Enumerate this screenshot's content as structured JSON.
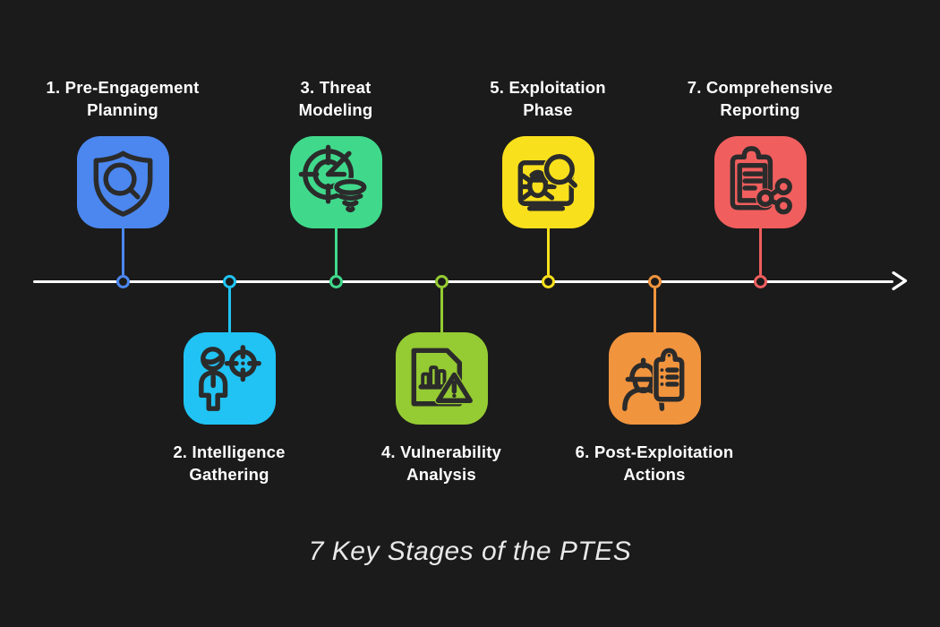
{
  "title": "7 Key Stages of the PTES",
  "colors": {
    "background": "#1b1b1b",
    "axis": "#ffffff",
    "label_text": "#ffffff",
    "title_text": "#e9e9e9",
    "icon_stroke": "#2b2b2b"
  },
  "timeline": {
    "direction": "left-to-right",
    "arrow_icon": "right-arrow-icon"
  },
  "stages": [
    {
      "number": "1",
      "label_line1": "1. Pre-Engagement",
      "label_line2": "Planning",
      "color": "#4b87ef",
      "side": "above",
      "icon": "shield-magnifier-icon"
    },
    {
      "number": "2",
      "label_line1": "2. Intelligence",
      "label_line2": "Gathering",
      "color": "#20c3f3",
      "side": "below",
      "icon": "person-target-icon"
    },
    {
      "number": "3",
      "label_line1": "3. Threat",
      "label_line2": "Modeling",
      "color": "#40d98c",
      "side": "above",
      "icon": "radar-tornado-icon"
    },
    {
      "number": "4",
      "label_line1": "4. Vulnerability",
      "label_line2": "Analysis",
      "color": "#95cb33",
      "side": "below",
      "icon": "document-chart-warning-icon"
    },
    {
      "number": "5",
      "label_line1": "5. Exploitation",
      "label_line2": "Phase",
      "color": "#f9e01c",
      "side": "above",
      "icon": "monitor-bug-magnifier-icon"
    },
    {
      "number": "6",
      "label_line1": "6. Post-Exploitation",
      "label_line2": "Actions",
      "color": "#f1943e",
      "side": "below",
      "icon": "worker-checklist-icon"
    },
    {
      "number": "7",
      "label_line1": "7. Comprehensive",
      "label_line2": "Reporting",
      "color": "#f15e5e",
      "side": "above",
      "icon": "clipboard-share-icon"
    }
  ]
}
